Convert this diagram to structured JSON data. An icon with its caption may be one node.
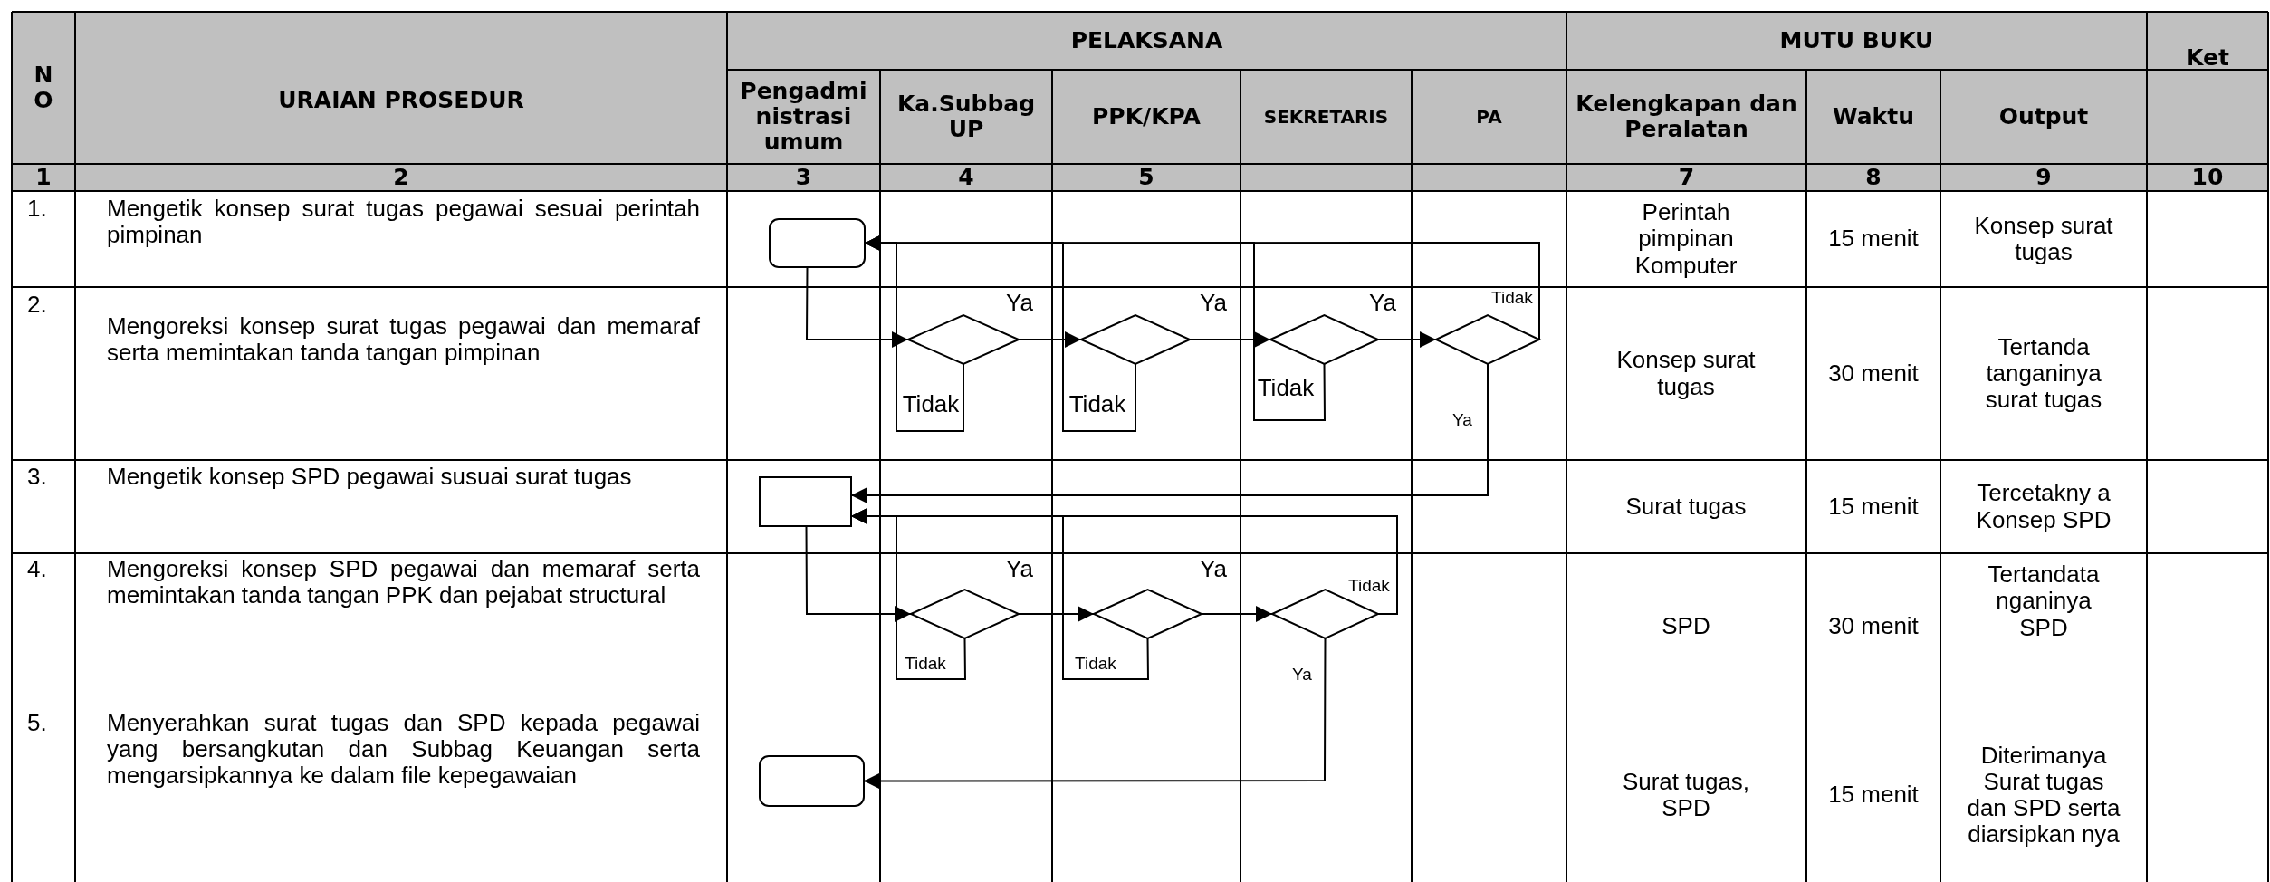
{
  "diagram": {
    "nodes": [
      {
        "text": [],
        "shape": "box"
      },
      {
        "text": [],
        "shape": "diamond"
      },
      {
        "text": [],
        "shape": "diamond"
      },
      {
        "text": [],
        "shape": "diamond"
      },
      {
        "text": [],
        "shape": "diamond"
      },
      {
        "text": [],
        "shape": "box"
      },
      {
        "text": [],
        "shape": "diamond"
      },
      {
        "text": [],
        "shape": "diamond"
      },
      {
        "text": [],
        "shape": "diamond"
      },
      {
        "text": [],
        "shape": "box"
      }
    ],
    "edges": [
      {
        "from": 0,
        "to": 1,
        "arrow": "to"
      },
      {
        "from": 1,
        "to": 2,
        "arrow": "to",
        "label": "Ya"
      },
      {
        "from": 2,
        "to": 3,
        "arrow": "to",
        "label": "Ya"
      },
      {
        "from": 3,
        "to": 4,
        "arrow": "to",
        "label": "Ya"
      },
      {
        "from": 1,
        "to": 0,
        "arrow": "to",
        "label": "Tidak"
      },
      {
        "from": 2,
        "to": 0,
        "arrow": "to",
        "label": "Tidak"
      },
      {
        "from": 3,
        "to": 0,
        "arrow": "to",
        "label": "Tidak"
      },
      {
        "from": 4,
        "to": 0,
        "arrow": "to",
        "label": "Tidak"
      },
      {
        "from": 4,
        "to": 5,
        "arrow": "to",
        "label": "Ya"
      },
      {
        "from": 5,
        "to": 6,
        "arrow": "to"
      },
      {
        "from": 6,
        "to": 7,
        "arrow": "to",
        "label": "Ya"
      },
      {
        "from": 7,
        "to": 8,
        "arrow": "to",
        "label": "Ya"
      },
      {
        "from": 6,
        "to": 5,
        "arrow": "to",
        "label": "Tidak"
      },
      {
        "from": 7,
        "to": 5,
        "arrow": "to",
        "label": "Tidak"
      },
      {
        "from": 8,
        "to": 5,
        "arrow": "to",
        "label": "Tidak"
      },
      {
        "from": 8,
        "to": 9,
        "arrow": "to",
        "label": "Ya"
      }
    ],
    "labels": [
      "N O",
      "URAIAN PROSEDUR",
      "PELAKSANA",
      "MUTU BUKU",
      "Ket",
      "Pengadmi nistrasi umum",
      "Ka.Subbag UP",
      "PPK/KPA",
      "SEKRETARIS",
      "PA",
      "Kelengkapan dan Peralatan",
      "Waktu",
      "Output",
      "1",
      "2",
      "3",
      "4",
      "5",
      "7",
      "8",
      "9",
      "10",
      "1.",
      "Mengetik konsep surat tugas pegawai sesuai perintah pimpinan",
      "Perintah pimpinan Komputer",
      "15 menit",
      "Konsep surat tugas",
      "2.",
      "Mengoreksi konsep surat tugas pegawai dan memaraf serta memintakan tanda tangan pimpinan",
      "Konsep surat tugas",
      "30 menit",
      "Tertanda tanganinya surat tugas",
      "3.",
      "Mengetik konsep SPD pegawai susuai surat tugas",
      "Surat tugas",
      "15 menit",
      "Tercetakny a Konsep SPD",
      "4.",
      "Mengoreksi konsep SPD pegawai dan memaraf serta memintakan tanda tangan PPK dan pejabat structural",
      "SPD",
      "30 menit",
      "Tertandata nganinya SPD",
      "5.",
      "Menyerahkan surat tugas dan SPD kepada pegawai yang bersangkutan dan Subbag Keuangan serta mengarsipkannya ke dalam file kepegawaian",
      "Surat tugas, SPD",
      "15 menit",
      "Diterimanya Surat tugas dan SPD serta diarsipkan nya"
    ]
  }
}
